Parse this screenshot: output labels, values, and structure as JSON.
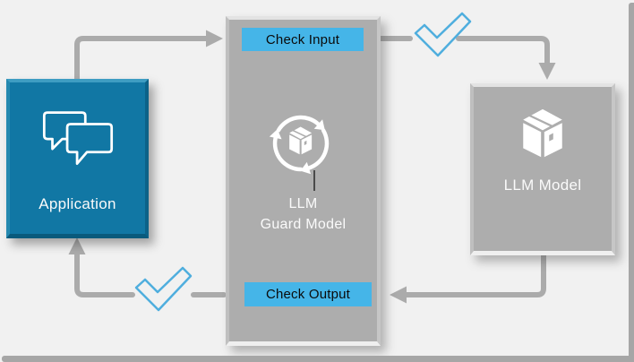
{
  "nodes": {
    "application": {
      "label": "Application",
      "icon": "chat-bubbles"
    },
    "guard": {
      "line1": "LLM",
      "line2": "Guard Model",
      "check_input": "Check Input",
      "check_output": "Check Output",
      "icon": "package-cycle"
    },
    "llm": {
      "label": "LLM Model",
      "icon": "package"
    }
  },
  "flow": {
    "edges": [
      {
        "from": "Application",
        "to": "LLM Guard Model",
        "via": "Check Input",
        "checkmark": false
      },
      {
        "from": "LLM Guard Model",
        "via": "Check Input",
        "to": "LLM Model",
        "checkmark": true
      },
      {
        "from": "LLM Model",
        "to": "LLM Guard Model",
        "via": "Check Output",
        "checkmark": false
      },
      {
        "from": "LLM Guard Model",
        "via": "Check Output",
        "to": "Application",
        "checkmark": true
      }
    ]
  },
  "colors": {
    "application_fill": "#1177A4",
    "node_gray": "#ADADAD",
    "badge_blue": "#45B5E8",
    "arrow_gray": "#ABABAB",
    "checkmark_blue": "#4FAEDE",
    "background": "#F1F1F1",
    "frame": "#A6A6A6"
  }
}
